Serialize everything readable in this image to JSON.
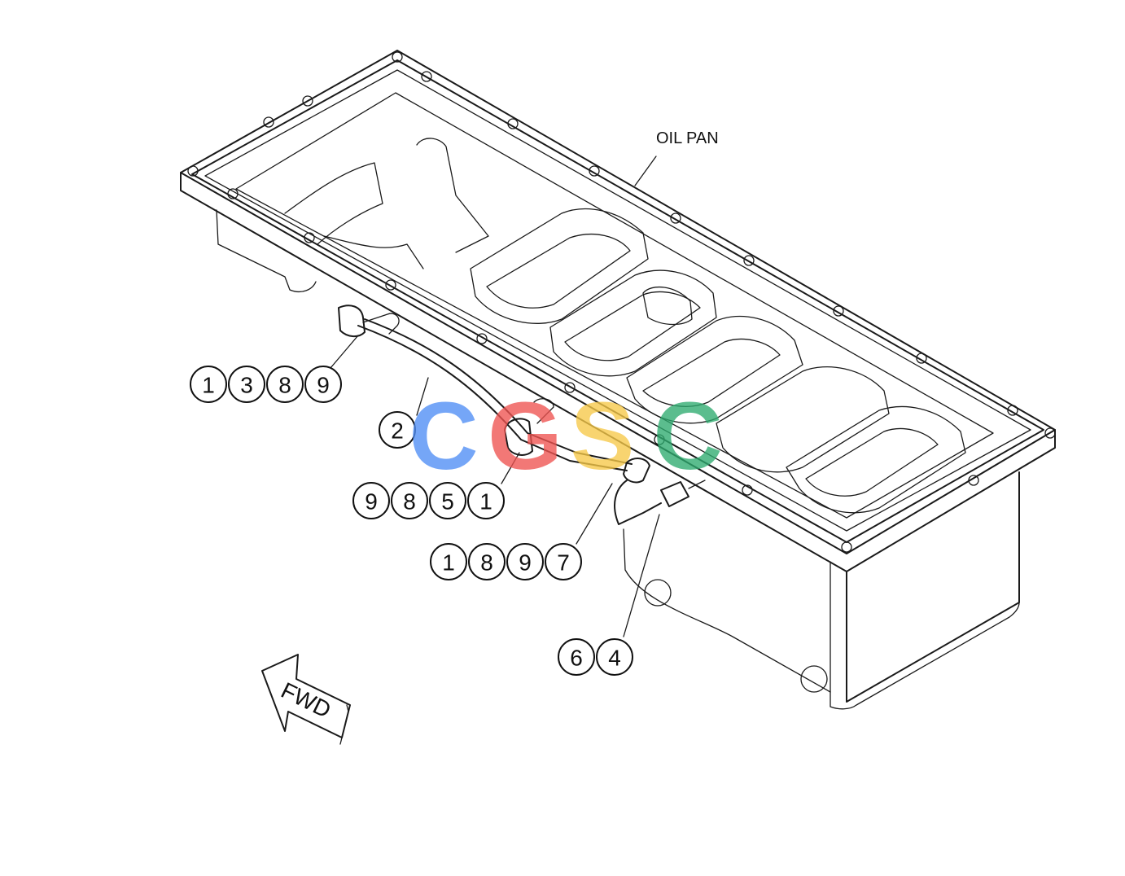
{
  "labels": {
    "oil_pan": "OIL PAN",
    "fwd": "FWD"
  },
  "callouts": [
    {
      "id": "callout-1389",
      "digits": [
        "1",
        "3",
        "8",
        "9"
      ]
    },
    {
      "id": "callout-2",
      "digits": [
        "2"
      ]
    },
    {
      "id": "callout-9851",
      "digits": [
        "9",
        "8",
        "5",
        "1"
      ]
    },
    {
      "id": "callout-1897",
      "digits": [
        "1",
        "8",
        "9",
        "7"
      ]
    },
    {
      "id": "callout-64",
      "digits": [
        "6",
        "4"
      ]
    }
  ],
  "watermark": {
    "letters": [
      "C",
      "G",
      "S",
      "C"
    ],
    "colors": [
      "#4f8ef5",
      "#ef5350",
      "#f7c948",
      "#2eab6f"
    ]
  }
}
